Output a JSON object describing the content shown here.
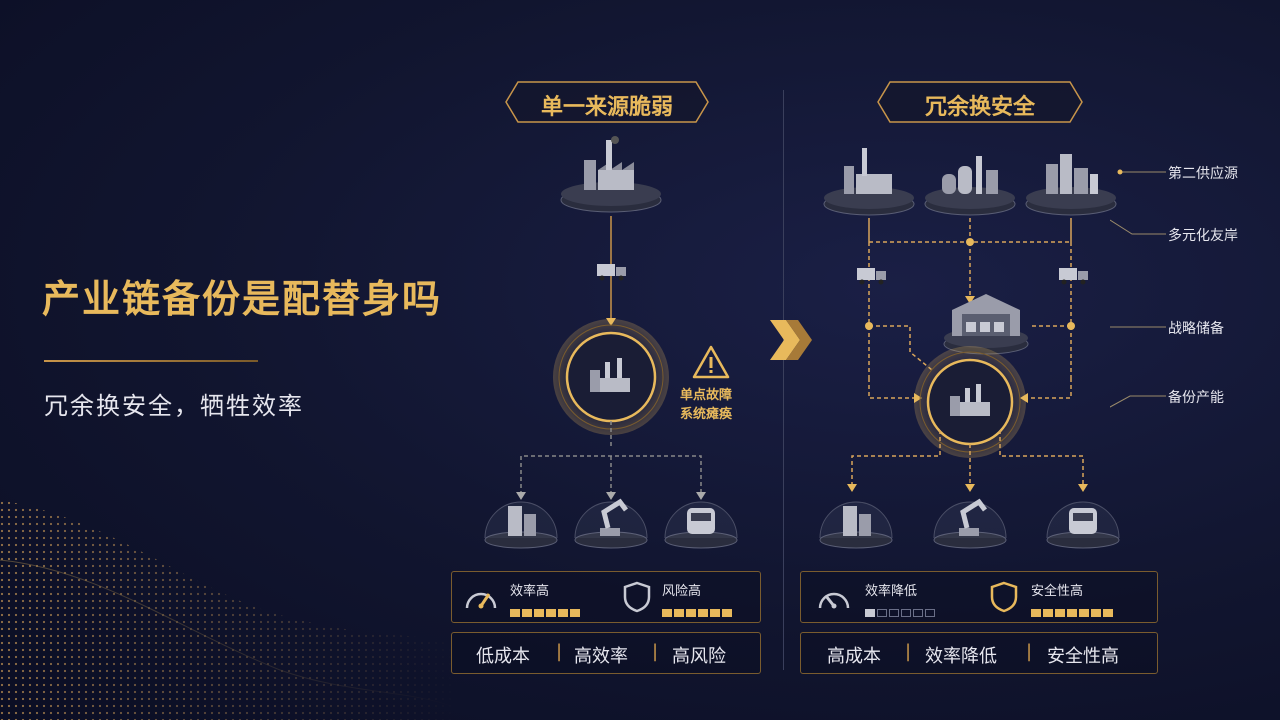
{
  "left_heading": {
    "title": "产业链备份是配替身吗",
    "subtitle": "冗余换安全，牺牲效率"
  },
  "left_panel": {
    "title": "单一来源脆弱",
    "warning": {
      "line1": "单点故障",
      "line2": "系统瘫痪"
    },
    "metrics": [
      {
        "label": "效率高",
        "level": 6,
        "max": 6
      },
      {
        "label": "风险高",
        "level": 6,
        "max": 6
      }
    ],
    "summary": [
      "低成本",
      "高效率",
      "高风险"
    ],
    "separator": "|"
  },
  "right_panel": {
    "title": "冗余换安全",
    "labels": {
      "second_source": "第二供应源",
      "diversified": "多元化友岸",
      "reserve": "战略储备",
      "backup": "备份产能"
    },
    "metrics": [
      {
        "label": "效率降低",
        "level": 1,
        "max": 6
      },
      {
        "label": "安全性高",
        "level": 7,
        "max": 7
      }
    ],
    "summary": [
      "高成本",
      "效率降低",
      "安全性高"
    ],
    "separator": "|"
  },
  "colors": {
    "accent": "#e8b95c",
    "background": "#0f1330",
    "muted": "#6a6f88"
  }
}
